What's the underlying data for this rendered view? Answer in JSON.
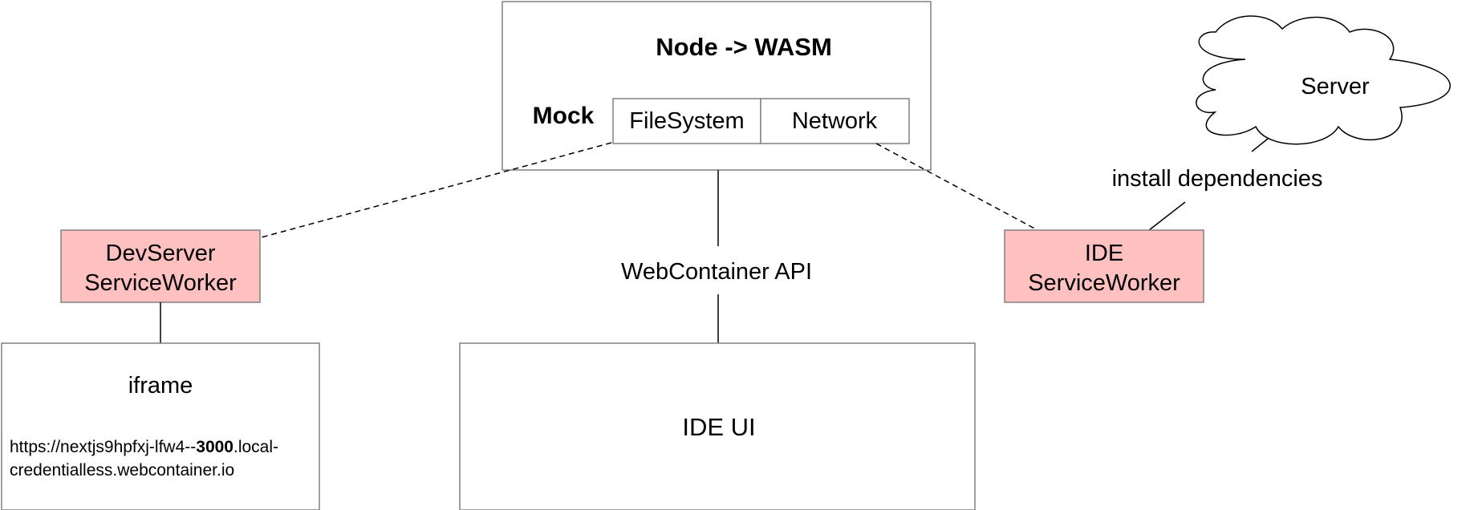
{
  "colors": {
    "stroke": "#808080",
    "service_worker_fill": "#ffc0c0",
    "line": "#000000",
    "background": "#ffffff"
  },
  "wasm_box": {
    "title": "Node -> WASM",
    "mock_label": "Mock",
    "cells": [
      "FileSystem",
      "Network"
    ]
  },
  "cloud": {
    "label": "Server",
    "edge_label": "install dependencies"
  },
  "devserver_sw": {
    "line1": "DevServer",
    "line2": "ServiceWorker"
  },
  "ide_sw": {
    "line1": "IDE",
    "line2": "ServiceWorker"
  },
  "api_label": "WebContainer API",
  "iframe_box": {
    "title": "iframe",
    "url_prefix": "https://nextjs9hpfxj-lfw4--",
    "url_port": "3000",
    "url_suffix_line1": ".local-",
    "url_line2": "credentialless.webcontainer.io"
  },
  "ide_ui": {
    "label": "IDE UI"
  }
}
